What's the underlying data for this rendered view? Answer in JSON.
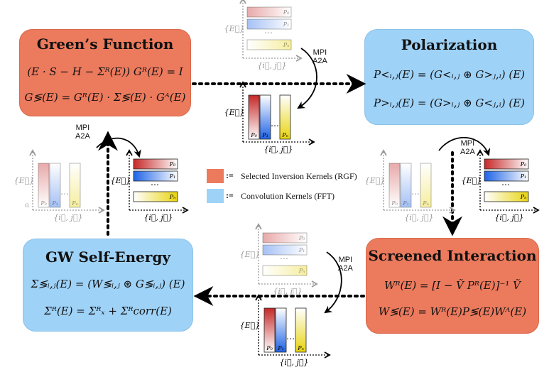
{
  "boxes": {
    "greens": {
      "title": "Green’s Function",
      "eq1": "(E · S − H − Σᴿ(E)) Gᴿ(E) = I",
      "eq2": "G≶(E) = Gᴿ(E) · Σ≶(E) · Gᴬ(E)",
      "color": "#ec7a5d"
    },
    "polarization": {
      "title": "Polarization",
      "eq1": "P<ᵢ,ⱼ(E) = (G<ᵢ,ⱼ ⊛ G>ⱼ,ᵢ) (E)",
      "eq2": "P>ᵢ,ⱼ(E) = (G>ᵢ,ⱼ ⊛ G<ⱼ,ᵢ) (E)",
      "color": "#9fd2f7"
    },
    "gw": {
      "title": "GW Self-Energy",
      "eq1": "Σ≶ᵢ,ⱼ(E) = (W≶ᵢ,ⱼ ⊛ G≶ᵢ,ⱼ) (E)",
      "eq2": "Σᴿ(E) = Σᴿₓ + Σᴿcorr(E)",
      "color": "#9fd2f7"
    },
    "screened": {
      "title": "Screened Interaction",
      "eq1": "Wᴿ(E) = [I − Ṽ Pᴿ(E)]⁻¹ Ṽ",
      "eq2": "W≶(E) = Wᴿ(E)P≶(E)Wᴬ(E)",
      "color": "#ec7a5d"
    }
  },
  "mpi_label": [
    "MPI",
    "A2A"
  ],
  "axis": {
    "energy": "{E⃗}",
    "index": "{i⃗, j⃗}",
    "g": "G"
  },
  "process_labels": [
    "P₀",
    "P₁",
    "Pₙ"
  ],
  "dots": "…",
  "legend": [
    {
      "swatch": "#ec7a5d",
      "symbol": ":=",
      "text": "Selected Inversion Kernels (RGF)"
    },
    {
      "swatch": "#9fd2f7",
      "symbol": ":=",
      "text": "Convolution Kernels (FFT)"
    }
  ],
  "colors": {
    "red": "#c62828",
    "blue": "#1e63e6",
    "yellow": "#e8d40e"
  }
}
